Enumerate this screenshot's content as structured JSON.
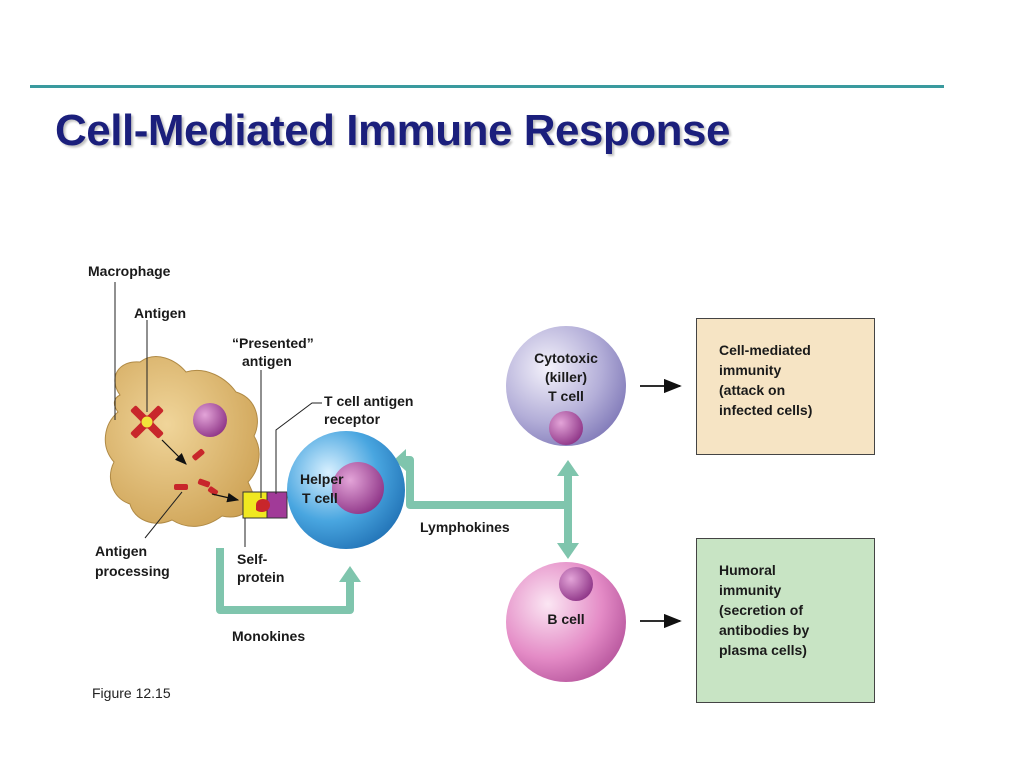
{
  "slide": {
    "title": "Cell-Mediated Immune Response",
    "figure_caption": "Figure 12.15"
  },
  "labels": {
    "macrophage": "Macrophage",
    "antigen": "Antigen",
    "presented_antigen_line1": "“Presented”",
    "presented_antigen_line2": "antigen",
    "tcell_receptor_line1": "T cell antigen",
    "tcell_receptor_line2": "receptor",
    "antigen_processing_line1": "Antigen",
    "antigen_processing_line2": "processing",
    "self_protein_line1": "Self-",
    "self_protein_line2": "protein",
    "monokines": "Monokines",
    "lymphokines": "Lymphokines"
  },
  "cells": {
    "helper_line1": "Helper",
    "helper_line2": "T cell",
    "cytotoxic_line1": "Cytotoxic",
    "cytotoxic_line2": "(killer)",
    "cytotoxic_line3": "T cell",
    "bcell": "B cell"
  },
  "outcomes": {
    "cell_mediated": [
      "Cell-mediated",
      "immunity",
      "(attack on",
      "infected cells)"
    ],
    "humoral": [
      "Humoral",
      "immunity",
      "(secretion of",
      "antibodies by",
      "plasma cells)"
    ]
  },
  "colors": {
    "title": "#1b1f7c",
    "rule": "#3a9a9e",
    "pathway_arrow": "#7fc5ad",
    "macrophage": "#d9b36a",
    "antigen": "#c8262b",
    "helper_cell": "#49a6e0",
    "cytotoxic_cell": "#b3aed8",
    "b_cell": "#e48bc6",
    "nucleus": "#a8409a",
    "cell_mediated_box": "#f6e4c4",
    "humoral_box": "#c8e4c4"
  }
}
